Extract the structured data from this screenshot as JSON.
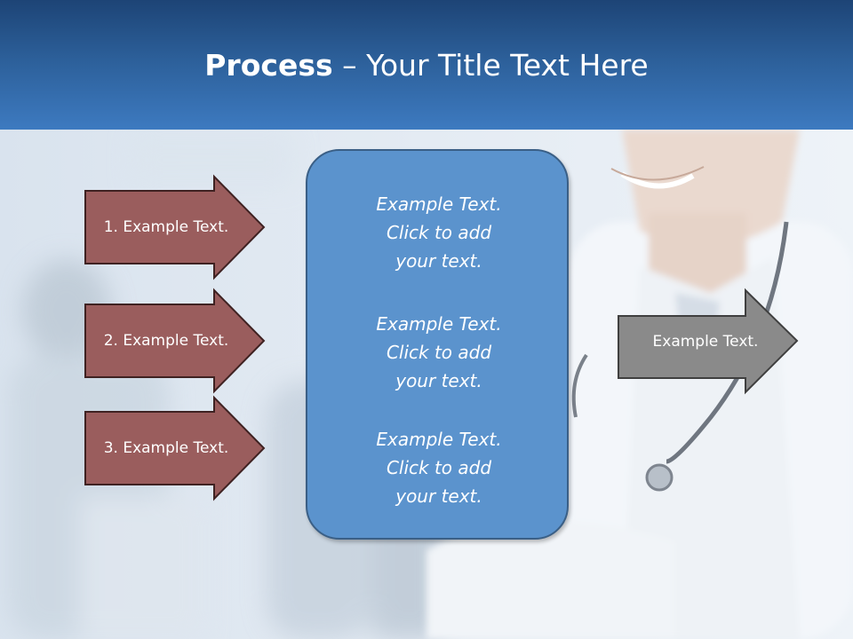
{
  "slide": {
    "title_bold": "Process",
    "title_rest": " – Your Title Text Here",
    "steps": [
      {
        "label": "1. Example Text."
      },
      {
        "label": "2. Example Text."
      },
      {
        "label": "3. Example Text."
      }
    ],
    "center_blocks": [
      {
        "line1": "Example Text.",
        "line2": "Click  to add",
        "line3": "your text."
      },
      {
        "line1": "Example Text.",
        "line2": "Click  to add",
        "line3": "your text."
      },
      {
        "line1": "Example Text.",
        "line2": "Click  to add",
        "line3": "your text."
      }
    ],
    "output": {
      "label": "Example Text."
    }
  },
  "colors": {
    "title_bar": "#2c5f99",
    "step_arrow_fill": "#9a5d5d",
    "step_arrow_stroke": "#3f2222",
    "center_box_fill": "#5b93cd",
    "output_arrow_fill": "#8a8a8a",
    "output_arrow_stroke": "#3f3f3f"
  }
}
